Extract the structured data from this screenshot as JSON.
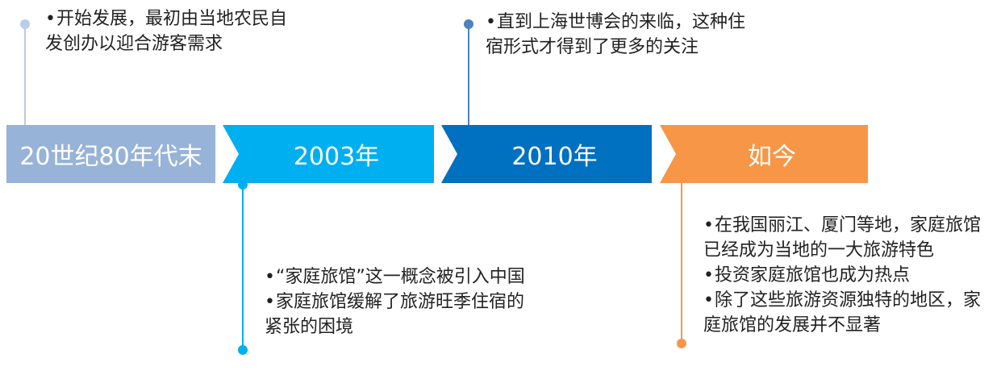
{
  "colors": {
    "stage_1": "#97b3d7",
    "stage_2": "#00aff0",
    "stage_3": "#0070c0",
    "stage_4": "#f79646",
    "line_1": "#b9cde6",
    "line_2": "#00aff0",
    "line_3": "#4f81bd",
    "line_4": "#f79646"
  },
  "stages": [
    {
      "label": "20世纪80年代末"
    },
    {
      "label": "2003年"
    },
    {
      "label": "2010年"
    },
    {
      "label": "如今"
    }
  ],
  "bullet_symbol": "•",
  "notes": {
    "stage_1": [
      "开始发展，最初由当地农民自发创办以迎合游客需求"
    ],
    "stage_2": [
      "“家庭旅馆”这一概念被引入中国",
      "家庭旅馆缓解了旅游旺季住宿的紧张的困境"
    ],
    "stage_3": [
      "直到上海世博会的来临，这种住宿形式才得到了更多的关注"
    ],
    "stage_4": [
      "在我国丽江、厦门等地，家庭旅馆已经成为当地的一大旅游特色",
      "投资家庭旅馆也成为热点",
      "除了这些旅游资源独特的地区，家庭旅馆的发展并不显著"
    ]
  }
}
